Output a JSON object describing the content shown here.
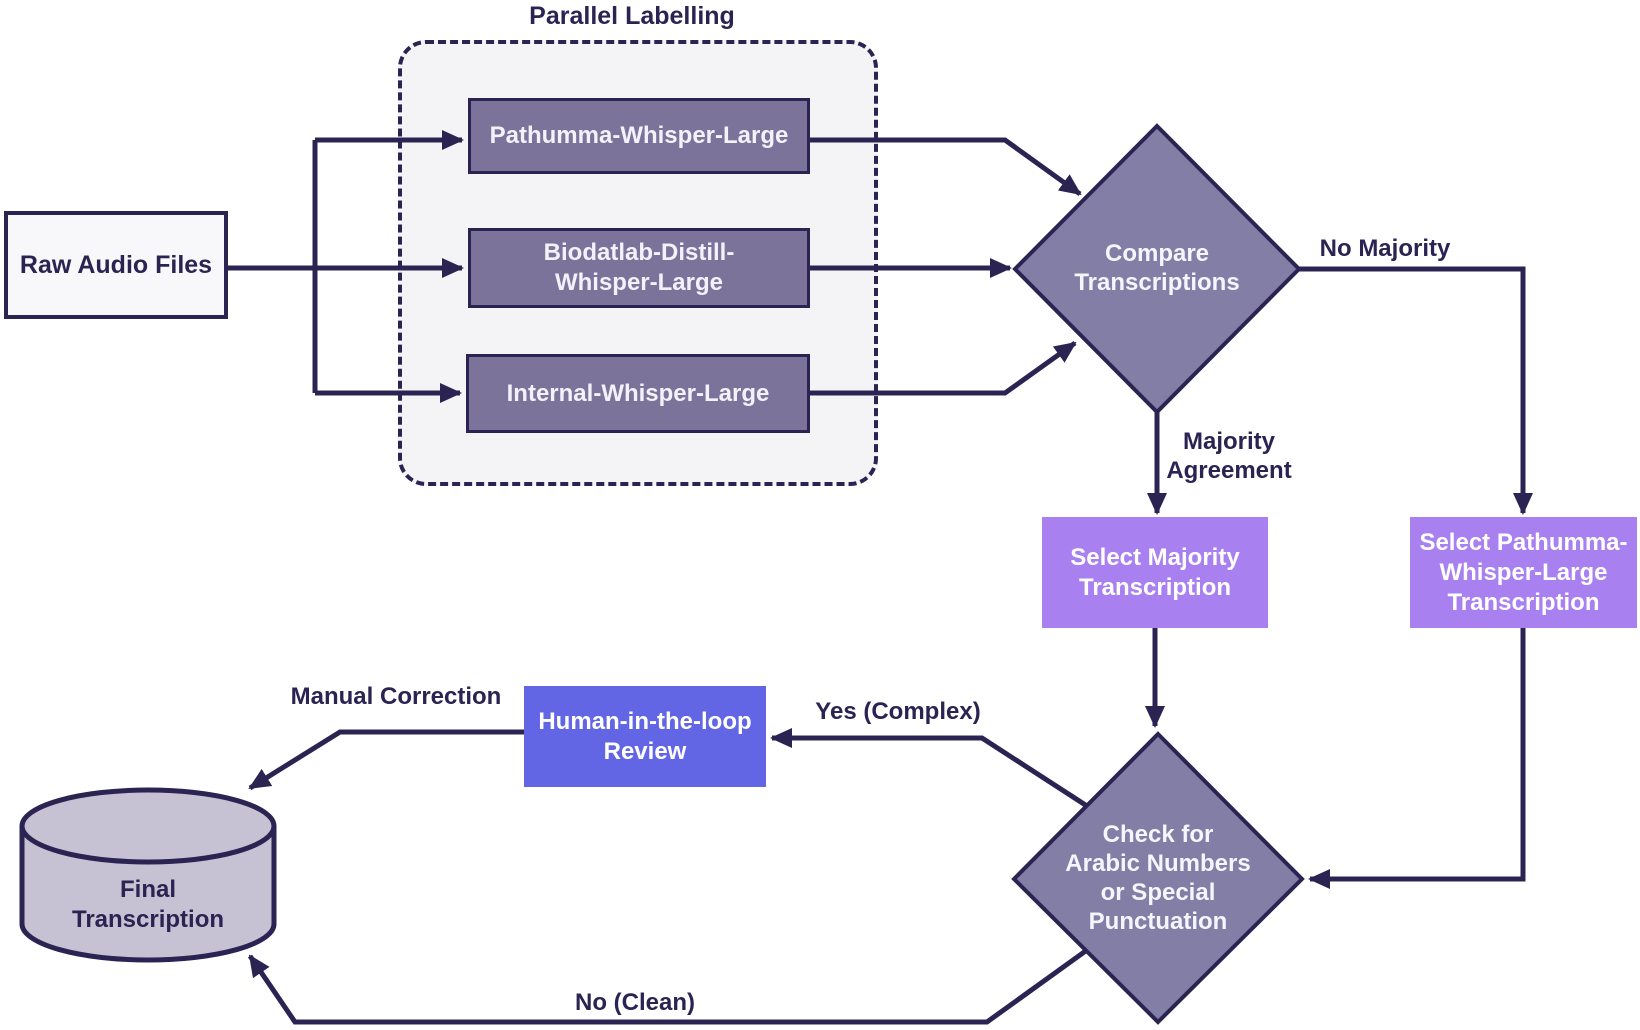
{
  "diagram": {
    "group_title": "Parallel Labelling",
    "nodes": {
      "raw_audio": {
        "label": "Raw Audio Files"
      },
      "pathumma": {
        "label": "Pathumma-Whisper-Large"
      },
      "biodatlab": {
        "label": "Biodatlab-Distill-\nWhisper-Large"
      },
      "internal": {
        "label": "Internal-Whisper-Large"
      },
      "compare": {
        "label": "Compare\nTranscriptions"
      },
      "select_majority": {
        "label": "Select Majority\nTranscription"
      },
      "select_pathumma": {
        "label": "Select Pathumma-\nWhisper-Large\nTranscription"
      },
      "check": {
        "label": "Check for\nArabic Numbers\nor Special\nPunctuation"
      },
      "human_review": {
        "label": "Human-in-the-loop\nReview"
      },
      "final_transcription": {
        "label": "Final\nTranscription"
      }
    },
    "edge_labels": {
      "no_majority": "No Majority",
      "majority_agreement": "Majority\nAgreement",
      "yes_complex": "Yes (Complex)",
      "manual_correction": "Manual Correction",
      "no_clean": "No (Clean)"
    },
    "colors": {
      "line": "#2b2453",
      "model_box_fill": "#7b7399",
      "diamond_fill": "#837ea6",
      "select_box_fill": "#a980f0",
      "human_box_fill": "#6266e5",
      "cylinder_fill": "#c7c2d3",
      "group_fill": "#f4f4f7",
      "raw_box_fill": "#f8f8fa",
      "background": "#ffffff"
    }
  }
}
